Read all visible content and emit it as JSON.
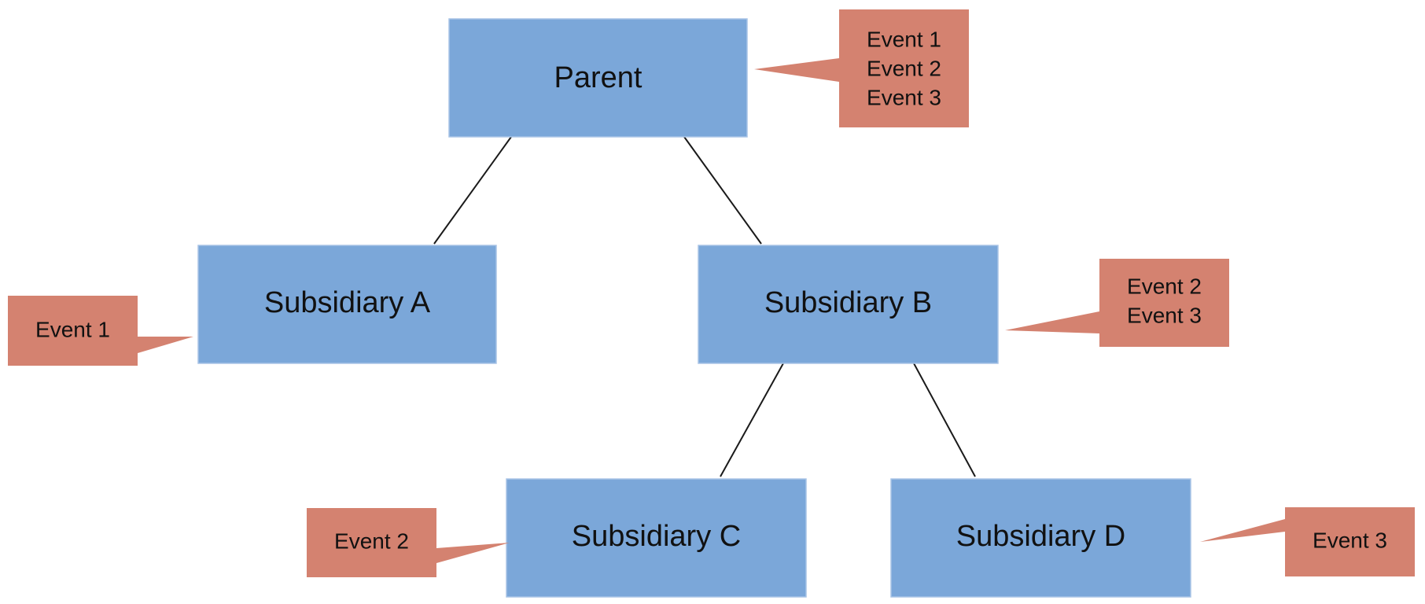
{
  "colors": {
    "node_fill": "#7ba7d9",
    "callout_fill": "#d48270",
    "connector": "#1a1a1a",
    "text": "#111111"
  },
  "nodes": {
    "parent": {
      "label": "Parent"
    },
    "subsidiary_a": {
      "label": "Subsidiary A"
    },
    "subsidiary_b": {
      "label": "Subsidiary B"
    },
    "subsidiary_c": {
      "label": "Subsidiary C"
    },
    "subsidiary_d": {
      "label": "Subsidiary D"
    }
  },
  "callouts": {
    "parent": {
      "lines": [
        "Event 1",
        "Event 2",
        "Event 3"
      ]
    },
    "subsidiary_a": {
      "lines": [
        "Event 1"
      ]
    },
    "subsidiary_b": {
      "lines": [
        "Event 2",
        "Event 3"
      ]
    },
    "subsidiary_c": {
      "lines": [
        "Event 2"
      ]
    },
    "subsidiary_d": {
      "lines": [
        "Event 3"
      ]
    }
  },
  "edges": [
    {
      "from": "Parent",
      "to": "Subsidiary A"
    },
    {
      "from": "Parent",
      "to": "Subsidiary B"
    },
    {
      "from": "Subsidiary B",
      "to": "Subsidiary C"
    },
    {
      "from": "Subsidiary B",
      "to": "Subsidiary D"
    }
  ]
}
